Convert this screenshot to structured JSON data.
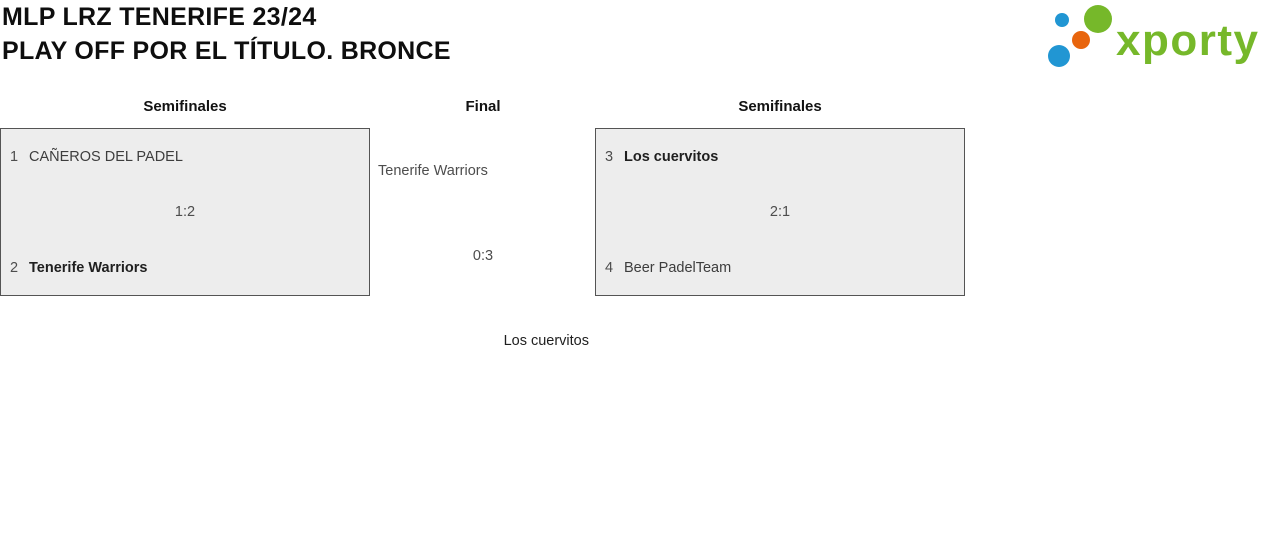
{
  "header": {
    "title_line1": "MLP LRZ TENERIFE 23/24",
    "title_line2": "PLAY OFF POR EL TÍTULO. BRONCE"
  },
  "logo": {
    "text": "xporty"
  },
  "bracket": {
    "semifinal_left": {
      "heading": "Semifinales",
      "team1_seed": "1",
      "team1_name": "CAÑEROS DEL PADEL",
      "score": "1:2",
      "team2_seed": "2",
      "team2_name": "Tenerife Warriors",
      "winner": "Tenerife Warriors"
    },
    "final": {
      "heading": "Final",
      "team1_name": "Tenerife Warriors",
      "score": "0:3",
      "team2_name": "Los cuervitos"
    },
    "semifinal_right": {
      "heading": "Semifinales",
      "team1_seed": "3",
      "team1_name": "Los cuervitos",
      "score": "2:1",
      "team2_seed": "4",
      "team2_name": "Beer PadelTeam",
      "winner": "Los cuervitos"
    }
  },
  "colors": {
    "logo_green": "#76b82a",
    "logo_blue": "#2196d3",
    "logo_orange": "#e8650d",
    "box_background": "#ededed",
    "box_border": "#545454"
  }
}
